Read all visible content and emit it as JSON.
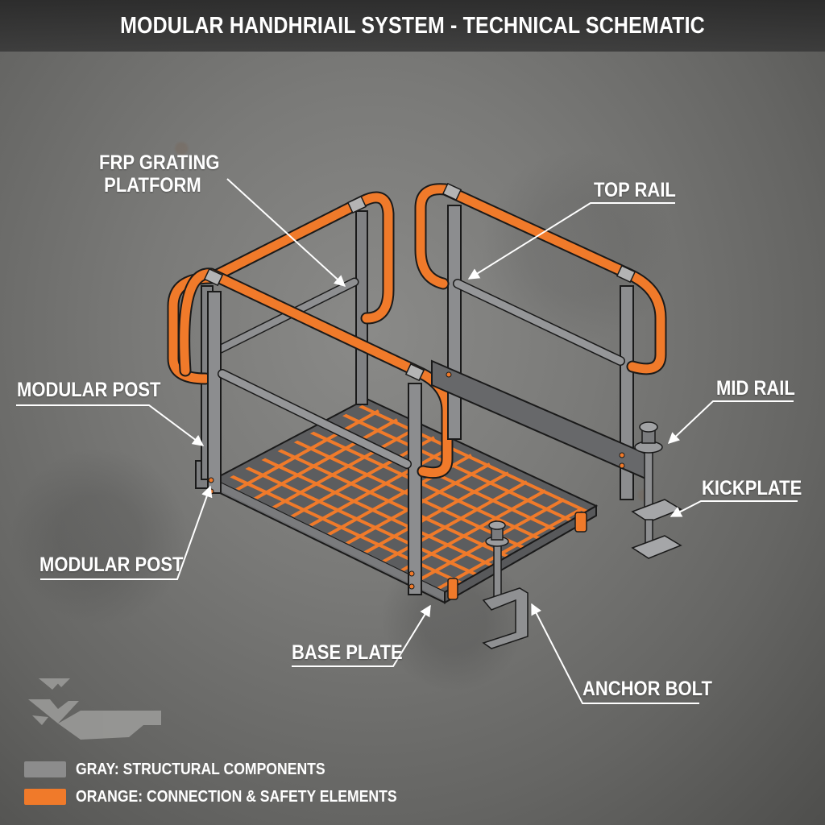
{
  "header": {
    "title": "MODULAR HANDHRIAIL SYSTEM - TECHNICAL SCHEMATIC"
  },
  "colors": {
    "structural_gray": "#8c8c8c",
    "safety_orange": "#f07a2a",
    "background": "#757573",
    "label_text": "#ffffff"
  },
  "callouts": [
    {
      "id": "frp-grating-platform",
      "line1": "FRP GRATING",
      "line2": "PLATFORM"
    },
    {
      "id": "top-rail",
      "text": "TOP RAIL"
    },
    {
      "id": "modular-post-upper",
      "text": "MODULAR POST"
    },
    {
      "id": "mid-rail",
      "text": "MID RAIL"
    },
    {
      "id": "kickplate",
      "text": "KICKPLATE"
    },
    {
      "id": "modular-post-lower",
      "text": "MODULAR POST"
    },
    {
      "id": "base-plate",
      "text": "BASE PLATE"
    },
    {
      "id": "anchor-bolt",
      "text": "ANCHOR BOLT"
    }
  ],
  "legend": {
    "items": [
      {
        "color": "#8c8c8c",
        "label": "GRAY: STRUCTURAL COMPONENTS"
      },
      {
        "color": "#f07a2a",
        "label": "ORANGE: CONNECTION & SAFETY ELEMENTS"
      }
    ]
  },
  "logo": {
    "icon": "chevron-logo-icon"
  }
}
